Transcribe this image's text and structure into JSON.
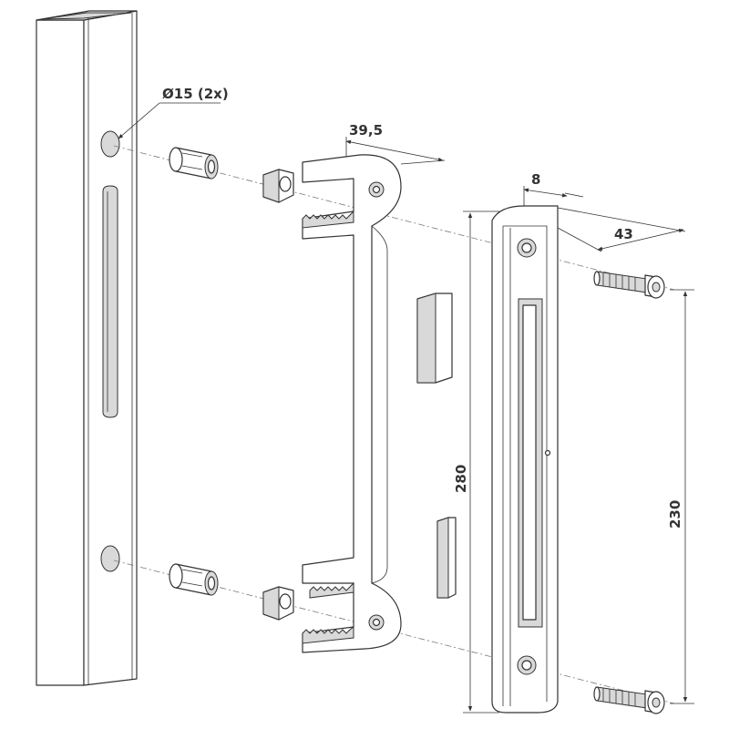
{
  "dimensions": {
    "hole_diameter": "Ø15 (2x)",
    "bracket_width": "39,5",
    "plate_offset": "8",
    "plate_depth": "43",
    "plate_height": "280",
    "screw_spacing": "230"
  },
  "colors": {
    "line": "#333333",
    "shade": "#d9d9d9",
    "axis": "#7a7a7a",
    "background": "#ffffff"
  }
}
